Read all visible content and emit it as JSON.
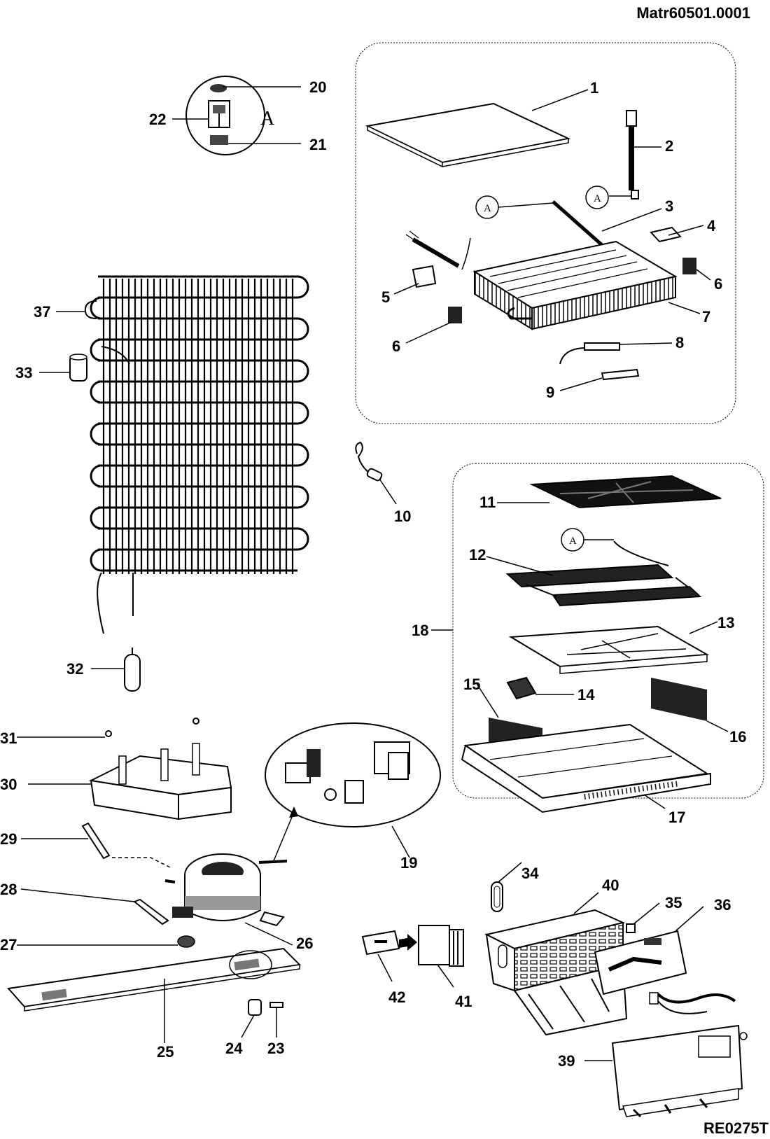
{
  "header": {
    "reference": "Matr60501.0001"
  },
  "footer": {
    "code": "RE0275T"
  },
  "callout_letter": "A",
  "parts": {
    "p1": "1",
    "p2": "2",
    "p3": "3",
    "p4": "4",
    "p5": "5",
    "p6a": "6",
    "p6b": "6",
    "p7": "7",
    "p8": "8",
    "p9": "9",
    "p10": "10",
    "p11": "11",
    "p12": "12",
    "p13": "13",
    "p14": "14",
    "p15": "15",
    "p16": "16",
    "p17": "17",
    "p18": "18",
    "p19": "19",
    "p20": "20",
    "p21": "21",
    "p22": "22",
    "p23": "23",
    "p24": "24",
    "p25": "25",
    "p26": "26",
    "p27": "27",
    "p28": "28",
    "p29": "29",
    "p30": "30",
    "p31": "31",
    "p32": "32",
    "p33": "33",
    "p34": "34",
    "p35": "35",
    "p36": "36",
    "p37": "37",
    "p39": "39",
    "p40": "40",
    "p41": "41",
    "p42": "42"
  }
}
